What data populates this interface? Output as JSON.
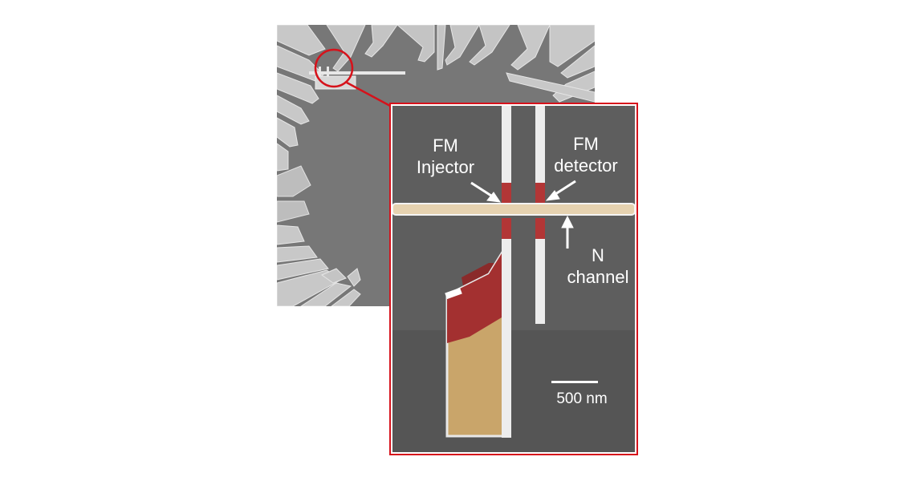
{
  "figure": {
    "labels": {
      "injector_line1": "FM",
      "injector_line2": "Injector",
      "detector_line1": "FM",
      "detector_line2": "detector",
      "channel_line1": "N",
      "channel_line2": "channel",
      "scale_bar": "500 nm"
    },
    "colors": {
      "highlight": "#d6121b",
      "substrate": "#5e5e5e",
      "electrode": "#eeeeee",
      "ferromagnet": "#a33030",
      "contact_pad": "#c9a56a",
      "channel": "#e6d2b0"
    }
  }
}
